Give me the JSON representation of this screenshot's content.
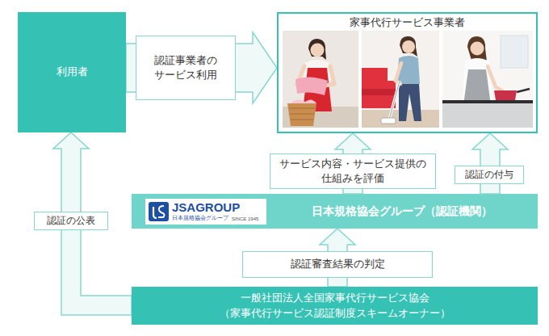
{
  "diagram": {
    "nodes": [
      {
        "text": [
          "利用者"
        ]
      },
      {
        "text": [
          "家事代行サービス事業者"
        ]
      },
      {
        "text": [
          "日本規格協会グループ（認証機関）"
        ]
      },
      {
        "text": [
          "一般社団法人全国家事代行サービス協会 （家事代行サービス認証制度スキームオーナー）"
        ]
      }
    ],
    "edges": [
      {
        "from": 0,
        "to": 1,
        "arrow": "to",
        "label": "認証事業者の サービス利用"
      },
      {
        "from": 2,
        "to": 1,
        "arrow": "to",
        "label": "サービス内容・サービス提供の 仕組みを評価"
      },
      {
        "from": 2,
        "to": 1,
        "arrow": "to",
        "label": "認証の付与"
      },
      {
        "from": 3,
        "to": 2,
        "arrow": "to",
        "label": "認証審査結果の判定"
      },
      {
        "from": 3,
        "to": 0,
        "arrow": "to",
        "label": "認証の公表"
      }
    ],
    "labels": [
      "JSAGROUP",
      "日本規格協会グループ",
      "SINCE 1945"
    ]
  }
}
